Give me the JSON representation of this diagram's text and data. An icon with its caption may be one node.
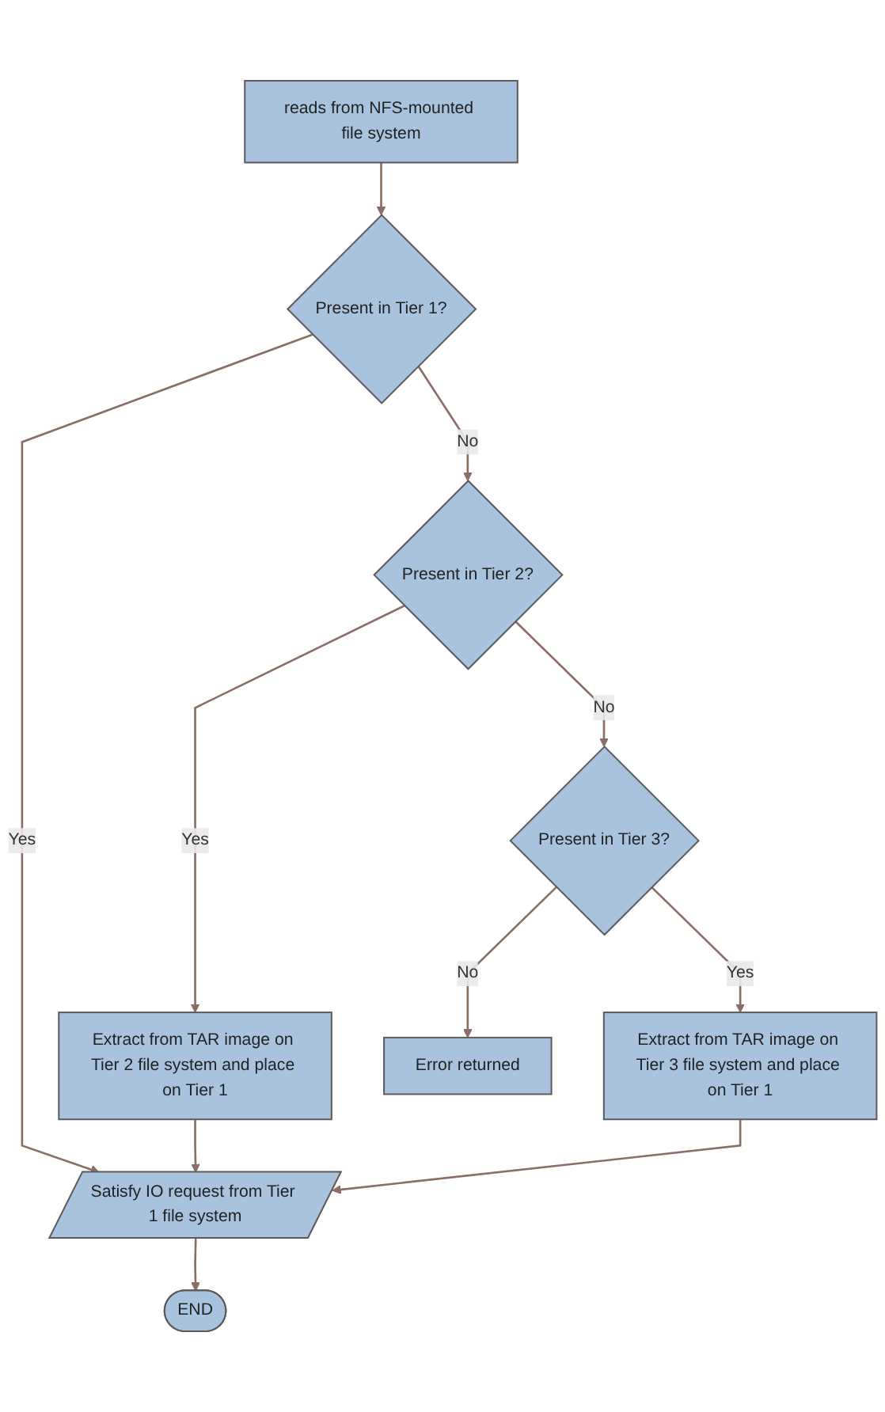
{
  "diagram": {
    "nodes": [
      {
        "text": [
          "reads from NFS-mounted file system"
        ]
      },
      {
        "text": [
          "END"
        ]
      },
      {
        "text": [
          "Present in Tier 1?"
        ]
      },
      {
        "text": [
          "Satisfy IO request from Tier 1 file system"
        ]
      },
      {
        "text": [
          "Present in Tier 2?"
        ]
      },
      {
        "text": [
          "Extract from TAR image on Tier 2 file system and place on Tier 1"
        ]
      },
      {
        "text": [
          "Present in Tier 3?"
        ]
      },
      {
        "text": [
          "Extract from TAR image on Tier 3 file system and place on Tier 1"
        ]
      },
      {
        "text": [
          "Error returned"
        ]
      }
    ],
    "edges": [
      {
        "from": 0,
        "to": 2,
        "arrow": "to"
      },
      {
        "from": 2,
        "to": 3,
        "arrow": "to",
        "label": "Yes"
      },
      {
        "from": 3,
        "to": 1,
        "arrow": "to"
      },
      {
        "from": 2,
        "to": 4,
        "arrow": "to",
        "label": "No"
      },
      {
        "from": 4,
        "to": 5,
        "arrow": "to",
        "label": "Yes"
      },
      {
        "from": 5,
        "to": 3,
        "arrow": "to"
      },
      {
        "from": 4,
        "to": 6,
        "arrow": "to",
        "label": "No"
      },
      {
        "from": 6,
        "to": 7,
        "arrow": "to",
        "label": "Yes"
      },
      {
        "from": 7,
        "to": 3,
        "arrow": "to"
      },
      {
        "from": 6,
        "to": 8,
        "arrow": "to",
        "label": "No"
      }
    ]
  }
}
